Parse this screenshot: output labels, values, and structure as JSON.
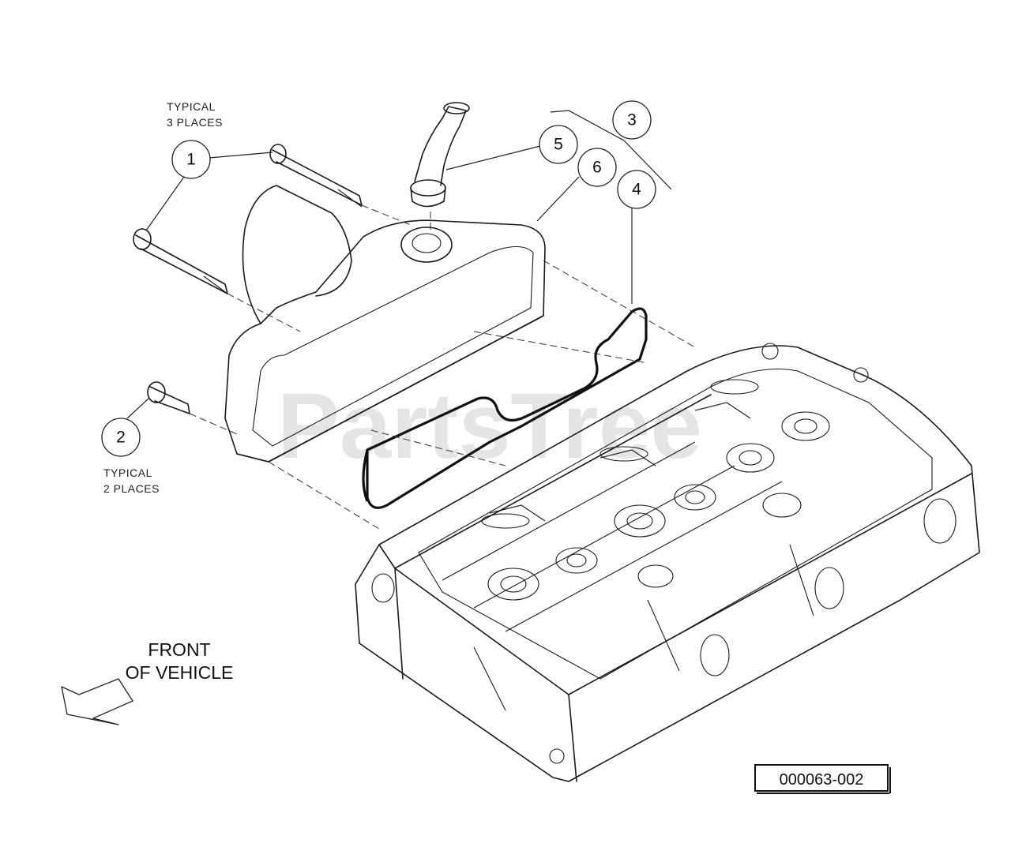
{
  "watermark": "PartsTree",
  "notes": {
    "typical_3_line1": "TYPICAL",
    "typical_3_line2": "3 PLACES",
    "typical_2_line1": "TYPICAL",
    "typical_2_line2": "2 PLACES"
  },
  "front_label": {
    "line1": "FRONT",
    "line2": "OF VEHICLE"
  },
  "drawing_number": "000063-002",
  "callouts": [
    "1",
    "2",
    "3",
    "4",
    "5",
    "6"
  ]
}
